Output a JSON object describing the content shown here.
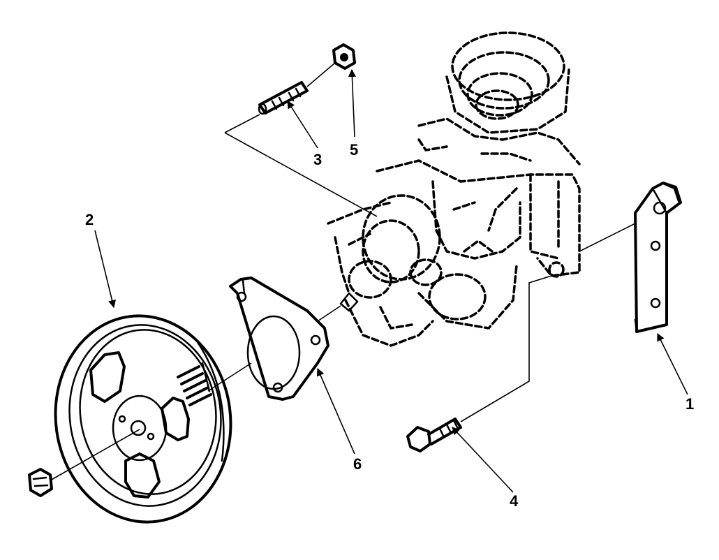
{
  "diagram": {
    "callouts": [
      {
        "id": "1",
        "text": "1"
      },
      {
        "id": "2",
        "text": "2"
      },
      {
        "id": "3",
        "text": "3"
      },
      {
        "id": "4",
        "text": "4"
      },
      {
        "id": "5",
        "text": "5"
      },
      {
        "id": "6",
        "text": "6"
      }
    ],
    "colors": {
      "ink": "#000000",
      "paper": "#ffffff"
    }
  }
}
